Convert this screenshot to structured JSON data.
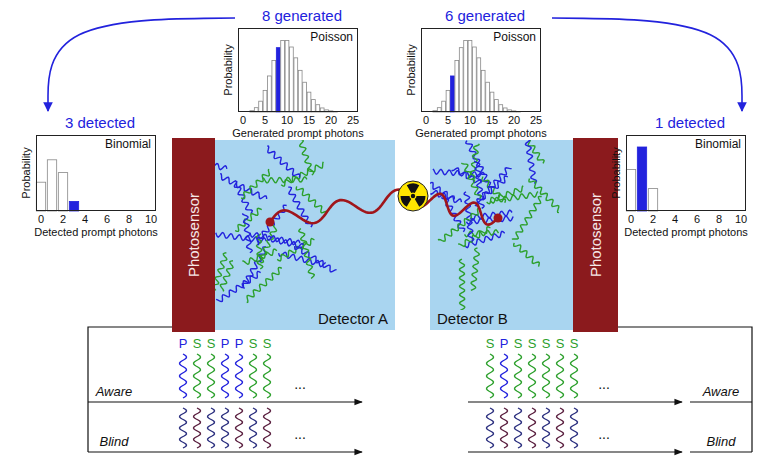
{
  "diagram": {
    "nodes": [
      {
        "text": [
          "8 generated",
          "Poisson"
        ]
      },
      {
        "text": [
          "6 generated",
          "Poisson"
        ]
      },
      {
        "text": [
          "3 detected",
          "Binomial"
        ]
      },
      {
        "text": [
          "Photosensor"
        ]
      },
      {
        "text": [
          "Detector A"
        ]
      },
      {
        "text": [
          "Detector B"
        ]
      },
      {
        "text": [
          "Photosensor"
        ]
      },
      {
        "text": [
          "1 detected",
          "Binomial"
        ]
      }
    ],
    "edges": [
      {
        "from": 0,
        "to": 2,
        "arrow": "to"
      },
      {
        "from": 1,
        "to": 7,
        "arrow": "to"
      }
    ],
    "labels": [
      "Probability",
      "Generated prompt photons",
      "0",
      "5",
      "10",
      "15",
      "20",
      "25",
      "Probability",
      "Generated prompt photons",
      "0",
      "5",
      "10",
      "15",
      "20",
      "25",
      "Probability",
      "Detected prompt photons",
      "0",
      "2",
      "4",
      "6",
      "8",
      "10",
      "Probability",
      "Detected prompt photons",
      "0",
      "2",
      "4",
      "6",
      "8",
      "10",
      "Aware",
      "Blind",
      "Aware",
      "Blind",
      "P",
      "S",
      "S",
      "P",
      "P",
      "S",
      "S",
      "S",
      "P",
      "S",
      "S",
      "S",
      "S",
      "S",
      "...",
      "...",
      "...",
      "..."
    ]
  }
}
